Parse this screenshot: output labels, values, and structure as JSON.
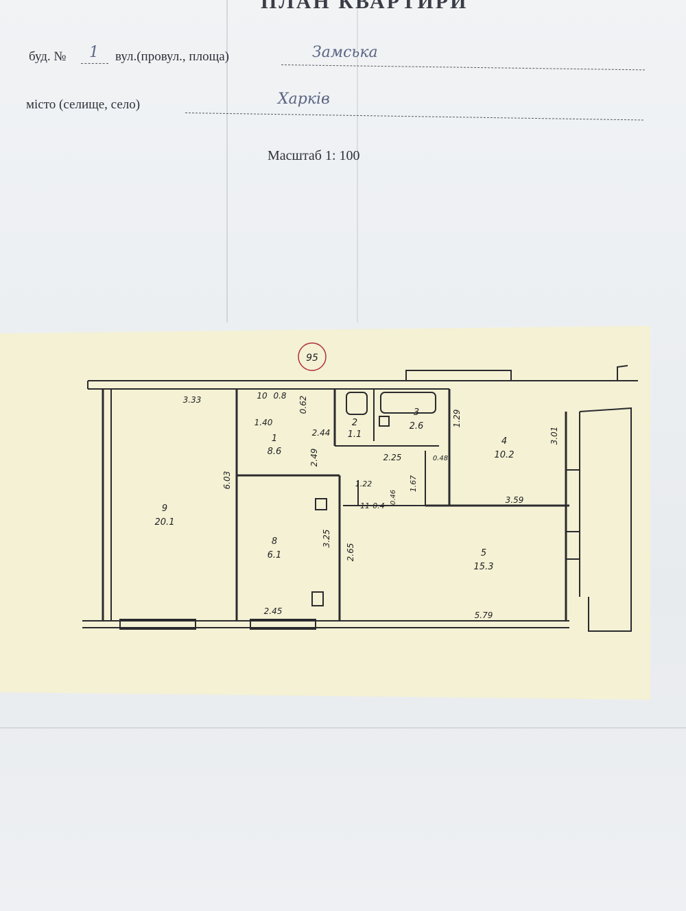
{
  "header": {
    "title": "ПЛАН КВАРТИРИ",
    "building_label": "буд. №",
    "building_no": "1",
    "street_label": "вул.(провул., площа)",
    "street_value": "Замська",
    "city_label": "місто (селище, село)",
    "city_value": "Харків",
    "scale": "Масштаб 1: 100"
  },
  "plan": {
    "circle_number": "95",
    "rooms": [
      {
        "no": "9",
        "area": "20.1"
      },
      {
        "no": "1",
        "area": "8.6"
      },
      {
        "no": "8",
        "area": "6.1"
      },
      {
        "no": "2",
        "area": "1.1"
      },
      {
        "no": "3",
        "area": "2.6"
      },
      {
        "no": "4",
        "area": "10.2"
      },
      {
        "no": "5",
        "area": "15.3"
      },
      {
        "no": "10",
        "area": "0.8"
      },
      {
        "no": "11",
        "area": "0.4"
      }
    ],
    "dimensions": {
      "d_3_33": "3.33",
      "d_0_62": "0.62",
      "d_1_40": "1.40",
      "d_2_44": "2.44",
      "d_2_49": "2.49",
      "d_6_03": "6.03",
      "d_2_25": "2.25",
      "d_0_48": "0.48",
      "d_1_29": "1.29",
      "d_3_01": "3.01",
      "d_1_22": "1.22",
      "d_0_46": "0.46",
      "d_1_67": "1.67",
      "d_3_59": "3.59",
      "d_3_25": "3.25",
      "d_2_65": "2.65",
      "d_2_45": "2.45",
      "d_5_79": "5.79"
    }
  }
}
